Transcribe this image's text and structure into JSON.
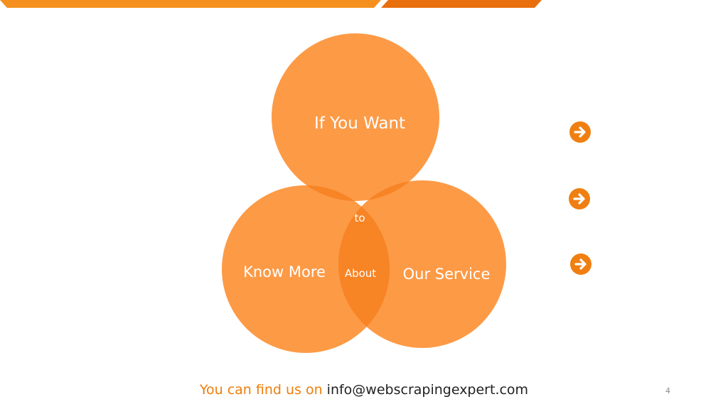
{
  "colors": {
    "banner_light": "#f5901f",
    "banner_dark": "#e86f0c",
    "circle": "#fd9a46",
    "overlap": "#f78425",
    "center": "#f53333",
    "arrow": "#f07f12",
    "footer_accent": "#ef7d0c",
    "footer_text": "#222222"
  },
  "venn": {
    "top_label": "If You Want",
    "left_label": "Know More",
    "right_label": "Our Service",
    "center_label": "to",
    "bottom_overlap_label": "About"
  },
  "arrows": [
    "arrow-circle-right-icon",
    "arrow-circle-right-icon",
    "arrow-circle-right-icon"
  ],
  "footer": {
    "lead": "You can find us on",
    "email": "info@webscrapingexpert.com"
  },
  "page_number": "4"
}
